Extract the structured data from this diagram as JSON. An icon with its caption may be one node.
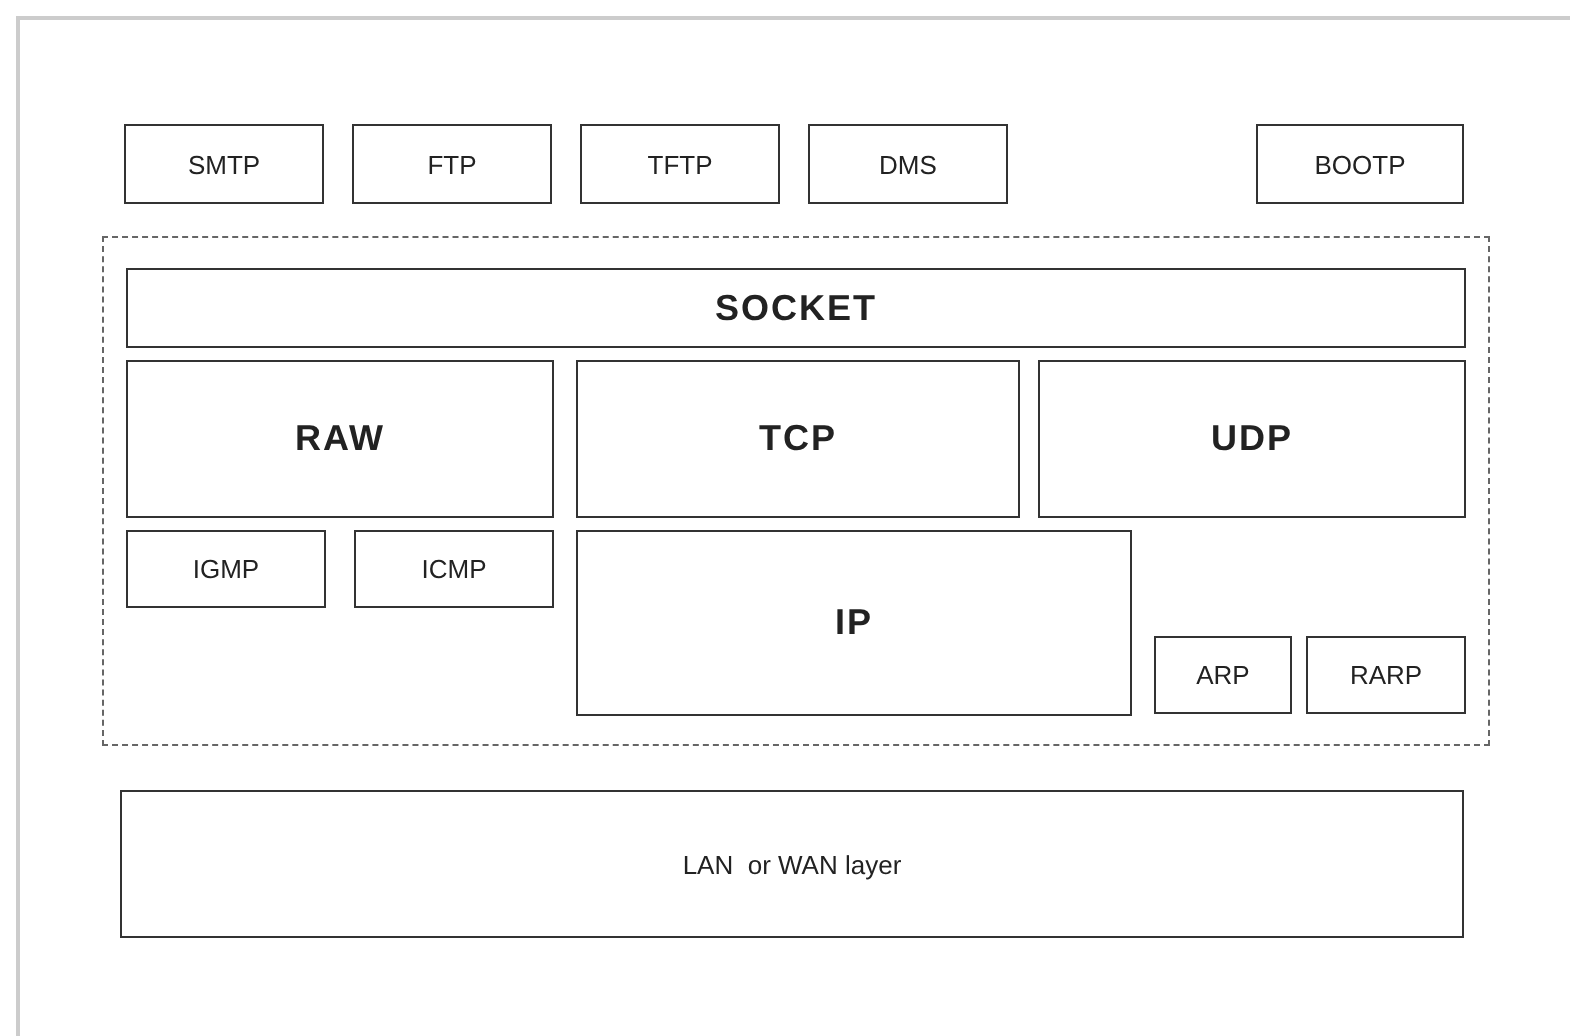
{
  "diagram": {
    "nodes": [
      {
        "text": [
          "SMTP"
        ]
      },
      {
        "text": [
          "FTP"
        ]
      },
      {
        "text": [
          "TFTP"
        ]
      },
      {
        "text": [
          "DMS"
        ]
      },
      {
        "text": [
          "BOOTP"
        ]
      },
      {
        "text": [],
        "shape": "box"
      },
      {
        "text": [
          "SOCKET"
        ],
        "in": 5
      },
      {
        "text": [
          "RAW"
        ],
        "in": 5
      },
      {
        "text": [
          "TCP"
        ],
        "in": 5
      },
      {
        "text": [
          "UDP"
        ],
        "in": 5
      },
      {
        "text": [
          "IGMP"
        ],
        "in": 5
      },
      {
        "text": [
          "ICMP"
        ],
        "in": 5
      },
      {
        "text": [
          "IP"
        ],
        "in": 5
      },
      {
        "text": [
          "ARP"
        ],
        "in": 5
      },
      {
        "text": [
          "RARP"
        ],
        "in": 5
      },
      {
        "text": [
          "LAN  or WAN layer"
        ]
      }
    ],
    "edges": []
  }
}
